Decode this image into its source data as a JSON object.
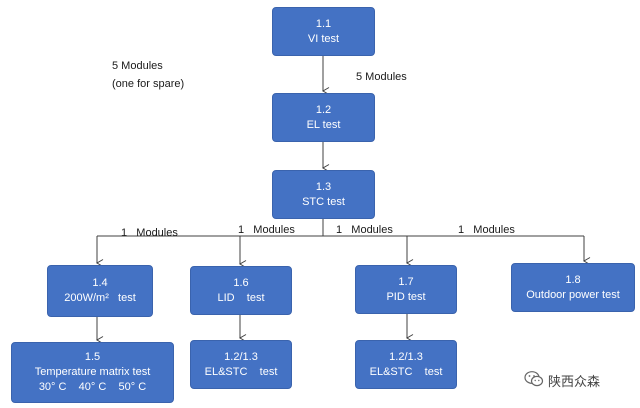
{
  "nodes": {
    "n11": {
      "num": "1.1",
      "text": "VI test"
    },
    "n12": {
      "num": "1.2",
      "text": "EL test"
    },
    "n13": {
      "num": "1.3",
      "text": "STC test"
    },
    "n14": {
      "num": "1.4",
      "text": "200W/m²   test"
    },
    "n15": {
      "num": "1.5",
      "text": "Temperature matrix test",
      "text2": "30° C    40° C    50° C"
    },
    "n16": {
      "num": "1.6",
      "text": "LID    test"
    },
    "n16b": {
      "num": "1.2/1.3",
      "text": "EL&STC    test"
    },
    "n17": {
      "num": "1.7",
      "text": "PID test"
    },
    "n17b": {
      "num": "1.2/1.3",
      "text": "EL&STC    test"
    },
    "n18": {
      "num": "1.8",
      "text": "Outdoor power test"
    }
  },
  "labels": {
    "left_note": "5 Modules",
    "left_note2": "(one for spare)",
    "arrow1": "5 Modules",
    "branch1": "1   Modules",
    "branch2": "1   Modules",
    "branch3": "1   Modules",
    "branch4": "1   Modules"
  },
  "watermark": {
    "text": "陕西众森",
    "icon": "wechat-icon"
  },
  "colors": {
    "box_fill": "#4472c4",
    "line": "#404040",
    "text": "#1a1a1a"
  }
}
